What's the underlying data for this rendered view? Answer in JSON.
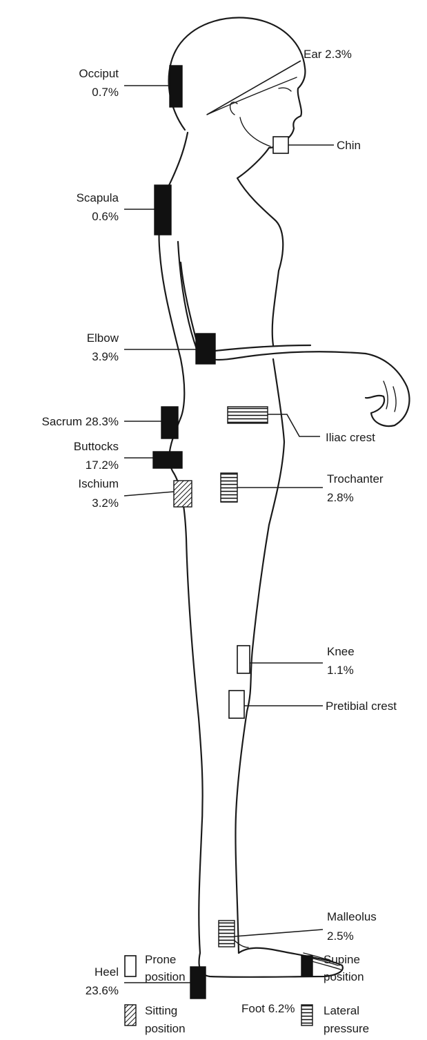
{
  "sites": {
    "occiput": {
      "name": "Occiput",
      "pct": "0.7%"
    },
    "ear": {
      "label": "Ear 2.3%"
    },
    "chin": {
      "label": "Chin"
    },
    "scapula": {
      "name": "Scapula",
      "pct": "0.6%"
    },
    "elbow": {
      "name": "Elbow",
      "pct": "3.9%"
    },
    "sacrum": {
      "label": "Sacrum 28.3%"
    },
    "buttocks": {
      "name": "Buttocks",
      "pct": "17.2%"
    },
    "ischium": {
      "name": "Ischium",
      "pct": "3.2%"
    },
    "iliac_crest": {
      "label": "Iliac crest"
    },
    "trochanter": {
      "name": "Trochanter",
      "pct": "2.8%"
    },
    "knee": {
      "name": "Knee",
      "pct": "1.1%"
    },
    "pretibial_crest": {
      "label": "Pretibial crest"
    },
    "malleolus": {
      "name": "Malleolus",
      "pct": "2.5%"
    },
    "heel": {
      "name": "Heel",
      "pct": "23.6%"
    },
    "foot": {
      "label": "Foot 6.2%"
    }
  },
  "legend": {
    "prone": {
      "line1": "Prone",
      "line2": "position"
    },
    "supine": {
      "line1": "Supine",
      "line2": "position"
    },
    "sitting": {
      "line1": "Sitting",
      "line2": "position"
    },
    "lateral": {
      "line1": "Lateral",
      "line2": "pressure"
    }
  }
}
